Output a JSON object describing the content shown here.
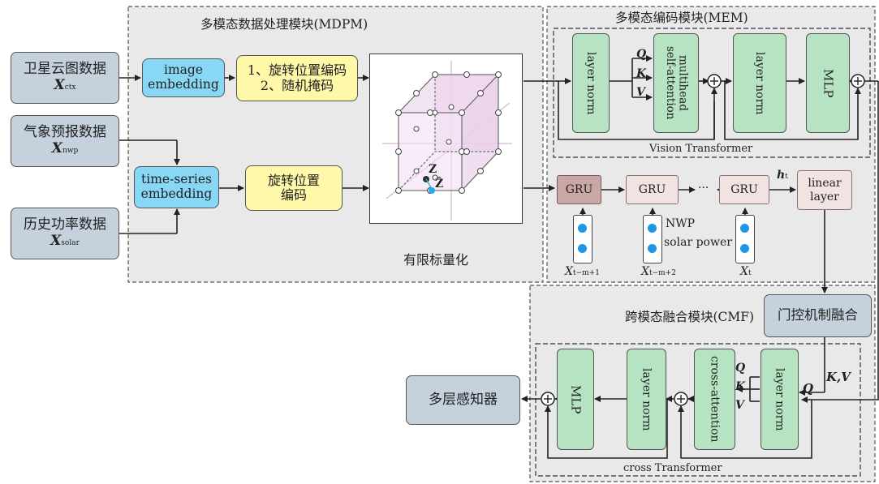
{
  "modules": {
    "mdpm": "多模态数据处理模块(MDPM)",
    "mem": "多模态编码模块(MEM)",
    "cmf": "跨模态融合模块(CMF)",
    "vit": "Vision Transformer",
    "cross": "cross Transformer"
  },
  "inputs": {
    "sat": {
      "label": "卫星云图数据",
      "var": "X",
      "sub": "ctx"
    },
    "nwp": {
      "label": "气象预报数据",
      "var": "X",
      "sub": "nwp"
    },
    "solar": {
      "label": "历史功率数据",
      "var": "X",
      "sub": "solar"
    }
  },
  "embeddings": {
    "image": "image\nembedding",
    "ts": "time-series\nembedding"
  },
  "encodings": {
    "img_pos": "1、旋转位置编码\n2、随机掩码",
    "ts_pos": "旋转位置\n编码"
  },
  "quant": {
    "label": "有限标量化",
    "z": "Z",
    "zhat": "Ẑ"
  },
  "mem_blocks": {
    "ln1": "layer norm",
    "mhsa": "multihead\nself-attention",
    "ln2": "layer norm",
    "mlp": "MLP",
    "q": "Q",
    "k": "K",
    "v": "V"
  },
  "gru": {
    "cell": "GRU",
    "ellipsis": "···",
    "h": "h",
    "h_sub": "t",
    "linear": "linear\nlayer",
    "nwp": "NWP",
    "solar_power": "solar power",
    "x1": "X",
    "x1_sub": "t−m+1",
    "x2": "X",
    "x2_sub": "t−m+2",
    "x3": "X",
    "x3_sub": "t"
  },
  "cmf_blocks": {
    "gate": "门控机制融合",
    "ln1": "layer norm",
    "cross_att": "cross-attention",
    "ln2": "layer norm",
    "mlp": "MLP",
    "q": "Q",
    "k": "K",
    "v": "V",
    "kv": "K,V",
    "q_in": "Q"
  },
  "output": "多层感知器"
}
